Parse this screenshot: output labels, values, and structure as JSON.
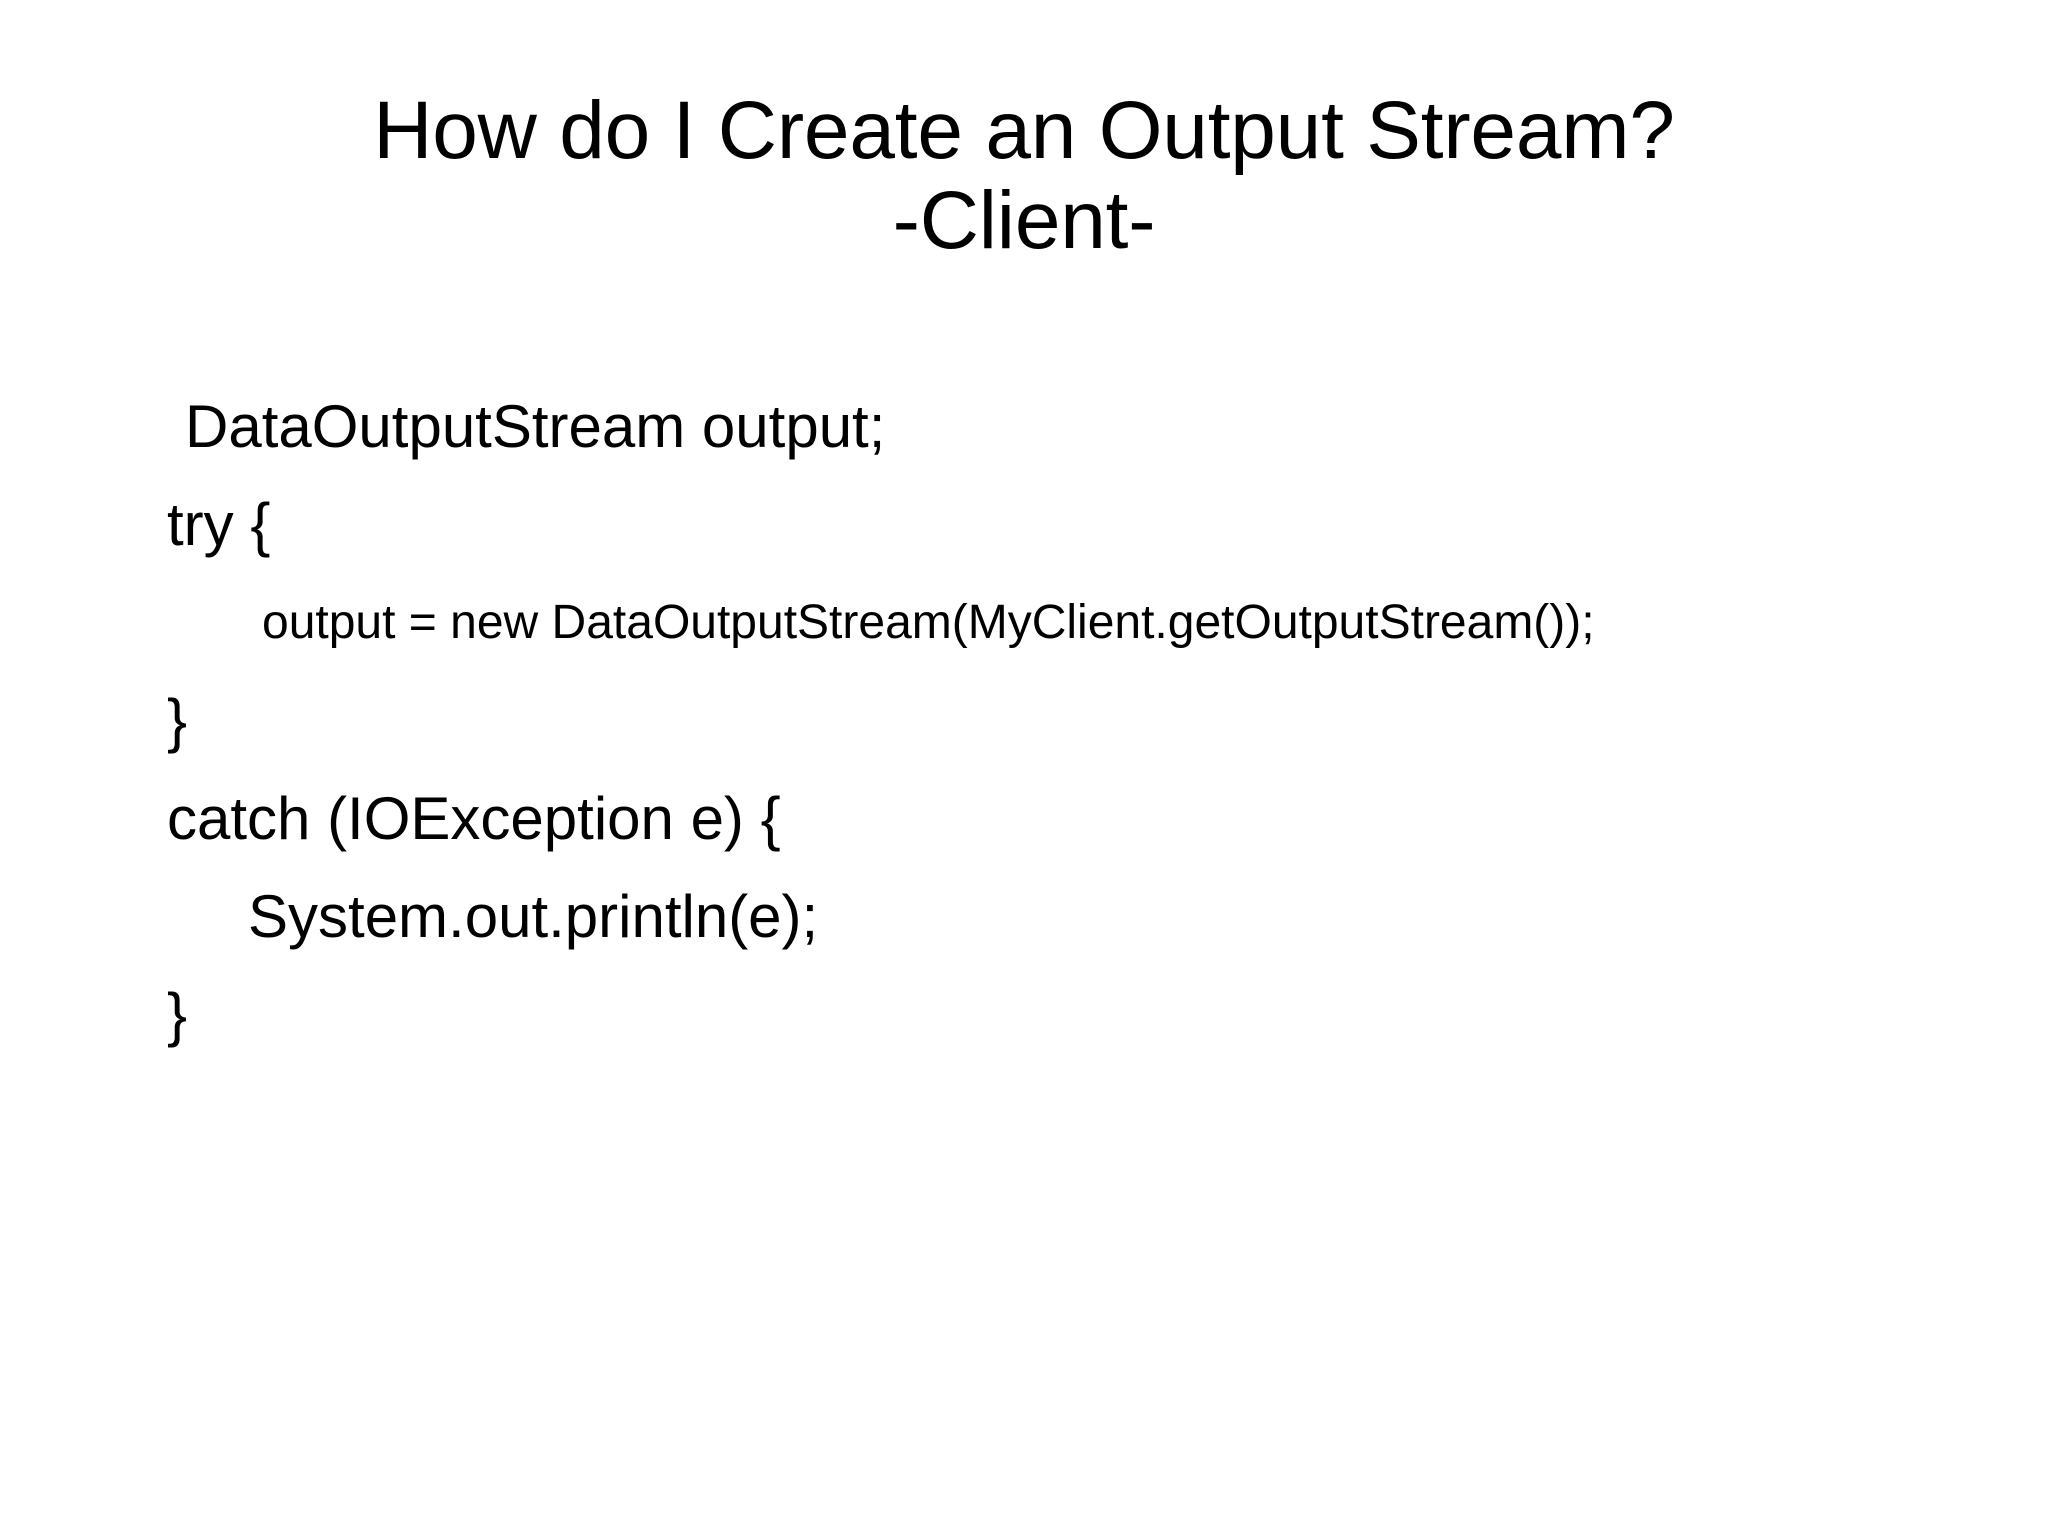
{
  "slide": {
    "background_color": "#ffffff",
    "text_color": "#000000",
    "title": {
      "line1": "How do I Create an Output Stream?",
      "line2": "-Client-"
    },
    "code": {
      "lines": [
        {
          "text": "DataOutputStream output;",
          "indent": "hair"
        },
        {
          "text": "try {",
          "indent": "none"
        },
        {
          "text": "output = new DataOutputStream(MyClient.getOutputStream());",
          "indent": "deep"
        },
        {
          "text": "}",
          "indent": "none"
        },
        {
          "text": "catch (IOException e) {",
          "indent": "none"
        },
        {
          "text": "System.out.println(e);",
          "indent": "one"
        },
        {
          "text": "}",
          "indent": "none"
        }
      ]
    }
  }
}
